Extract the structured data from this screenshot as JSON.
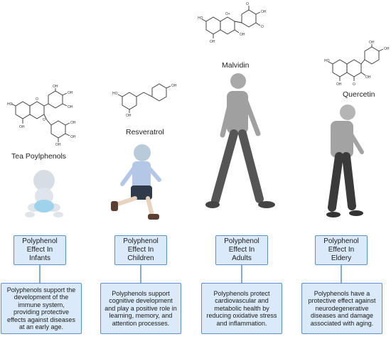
{
  "molecules": {
    "tea": "Tea Poylphenols",
    "resveratrol": "Resveratrol",
    "malvidin": "Malvidin",
    "quercetin": "Quercetin"
  },
  "stages": [
    {
      "title": "Polyphenol\nEffect In\nInfants",
      "desc": "Polyphenols support the development of the immune system, providing protective effects against diseases at an early age."
    },
    {
      "title": "Polyphenol\nEffect In\nChildren",
      "desc": "Polyphenols support cognitive development and play a positive role in learning, memory, and attention processes."
    },
    {
      "title": "Polyphenol\nEffect In\nAdults",
      "desc": "Polyphenols protect cardiovascular and metabolic health by reducing oxidative stress and inflammation."
    },
    {
      "title": "Polyphenol\nEffect In\nEldery",
      "desc": "Polyphenols have a protective effect against neurodegenerative diseases and damage associated with aging."
    }
  ],
  "atoms": {
    "oh": "OH",
    "o": "O",
    "ho": "HO",
    "o_minus": "O",
    "o_plus": "O+"
  },
  "colors": {
    "box_border": "#5b8fc7",
    "box_fill": "#dbeafa",
    "figure_grey": "#9a9a9a",
    "infant_blue": "#9fd3ec",
    "child_shirt": "#b5c7e6"
  }
}
